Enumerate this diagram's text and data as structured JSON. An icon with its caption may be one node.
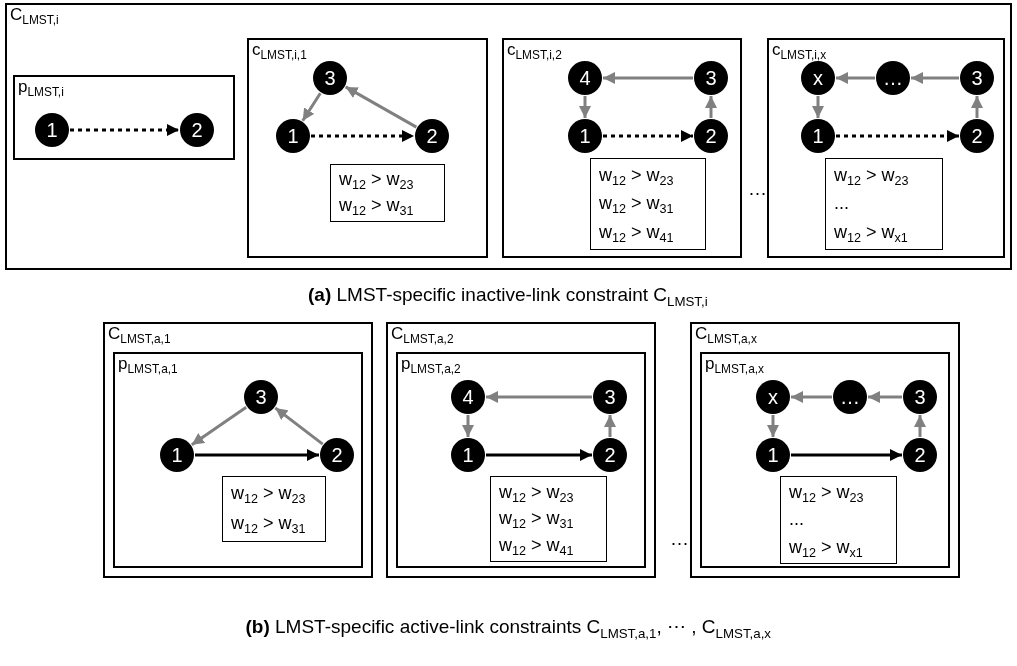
{
  "diagram": {
    "nodes": [
      {
        "text": [
          "C$_{LMST,i}$"
        ]
      },
      {
        "text": [
          "p$_{LMST,i}$"
        ],
        "in": 0
      },
      {
        "text": [
          "1"
        ],
        "in": 1
      },
      {
        "text": [
          "2"
        ],
        "in": 1
      },
      {
        "text": [
          "c$_{LMST,i,1}$"
        ],
        "in": 0
      },
      {
        "text": [
          "3"
        ],
        "in": 4
      },
      {
        "text": [
          "1"
        ],
        "in": 4
      },
      {
        "text": [
          "2"
        ],
        "in": 4
      },
      {
        "text": [
          "w$_{12}$ > w$_{23}$",
          "w$_{12}$ > w$_{31}$"
        ],
        "in": 4
      },
      {
        "text": [
          "c$_{LMST,i,2}$"
        ],
        "in": 0
      },
      {
        "text": [
          "4"
        ],
        "in": 9
      },
      {
        "text": [
          "3"
        ],
        "in": 9
      },
      {
        "text": [
          "1"
        ],
        "in": 9
      },
      {
        "text": [
          "2"
        ],
        "in": 9
      },
      {
        "text": [
          "w$_{12}$ > w$_{23}$",
          "w$_{12}$ > w$_{31}$",
          "w$_{12}$ > w$_{41}$"
        ],
        "in": 9
      },
      {
        "text": [
          "c$_{LMST,i,x}$"
        ],
        "in": 0
      },
      {
        "text": [
          "x"
        ],
        "in": 15
      },
      {
        "text": [
          "…"
        ],
        "in": 15
      },
      {
        "text": [
          "3"
        ],
        "in": 15
      },
      {
        "text": [
          "1"
        ],
        "in": 15
      },
      {
        "text": [
          "2"
        ],
        "in": 15
      },
      {
        "text": [
          "w$_{12}$ > w$_{23}$",
          "...",
          "w$_{12}$ > w$_{x1}$"
        ],
        "in": 15
      },
      {
        "text": [
          "C$_{LMST,a,1}$"
        ]
      },
      {
        "text": [
          "p$_{LMST,a,1}$"
        ],
        "in": 22
      },
      {
        "text": [
          "3"
        ],
        "in": 23
      },
      {
        "text": [
          "1"
        ],
        "in": 23
      },
      {
        "text": [
          "2"
        ],
        "in": 23
      },
      {
        "text": [
          "w$_{12}$ > w$_{23}$",
          "w$_{12}$ > w$_{31}$"
        ],
        "in": 23
      },
      {
        "text": [
          "C$_{LMST,a,2}$"
        ]
      },
      {
        "text": [
          "p$_{LMST,a,2}$"
        ],
        "in": 28
      },
      {
        "text": [
          "4"
        ],
        "in": 29
      },
      {
        "text": [
          "3"
        ],
        "in": 29
      },
      {
        "text": [
          "1"
        ],
        "in": 29
      },
      {
        "text": [
          "2"
        ],
        "in": 29
      },
      {
        "text": [
          "w$_{12}$ > w$_{23}$",
          "w$_{12}$ > w$_{31}$",
          "w$_{12}$ > w$_{41}$"
        ],
        "in": 29
      },
      {
        "text": [
          "C$_{LMST,a,x}$"
        ]
      },
      {
        "text": [
          "p$_{LMST,a,x}$"
        ],
        "in": 35
      },
      {
        "text": [
          "x"
        ],
        "in": 36
      },
      {
        "text": [
          "…"
        ],
        "in": 36
      },
      {
        "text": [
          "3"
        ],
        "in": 36
      },
      {
        "text": [
          "1"
        ],
        "in": 36
      },
      {
        "text": [
          "2"
        ],
        "in": 36
      },
      {
        "text": [
          "w$_{12}$ > w$_{23}$",
          "...",
          "w$_{12}$ > w$_{x1}$"
        ],
        "in": 36
      }
    ],
    "edges": [
      {
        "from": 2,
        "to": 3,
        "arrow": "to",
        "style": "dashed",
        "color": "#000000"
      },
      {
        "from": 7,
        "to": 5,
        "arrow": "to"
      },
      {
        "from": 5,
        "to": 6,
        "arrow": "to"
      },
      {
        "from": 6,
        "to": 7,
        "arrow": "to",
        "style": "dashed",
        "color": "#000000"
      },
      {
        "from": 13,
        "to": 11,
        "arrow": "to"
      },
      {
        "from": 11,
        "to": 10,
        "arrow": "to"
      },
      {
        "from": 10,
        "to": 12,
        "arrow": "to"
      },
      {
        "from": 12,
        "to": 13,
        "arrow": "to",
        "style": "dashed",
        "color": "#000000"
      },
      {
        "from": 20,
        "to": 18,
        "arrow": "to"
      },
      {
        "from": 18,
        "to": 17,
        "arrow": "to"
      },
      {
        "from": 17,
        "to": 16,
        "arrow": "to"
      },
      {
        "from": 16,
        "to": 19,
        "arrow": "to"
      },
      {
        "from": 19,
        "to": 20,
        "arrow": "to",
        "style": "dashed",
        "color": "#000000"
      },
      {
        "from": 26,
        "to": 24,
        "arrow": "to"
      },
      {
        "from": 24,
        "to": 25,
        "arrow": "to"
      },
      {
        "from": 25,
        "to": 26,
        "arrow": "to",
        "color": "#000000"
      },
      {
        "from": 33,
        "to": 31,
        "arrow": "to"
      },
      {
        "from": 31,
        "to": 30,
        "arrow": "to"
      },
      {
        "from": 30,
        "to": 32,
        "arrow": "to"
      },
      {
        "from": 32,
        "to": 33,
        "arrow": "to",
        "color": "#000000"
      },
      {
        "from": 41,
        "to": 39,
        "arrow": "to"
      },
      {
        "from": 39,
        "to": 38,
        "arrow": "to"
      },
      {
        "from": 38,
        "to": 37,
        "arrow": "to"
      },
      {
        "from": 37,
        "to": 40,
        "arrow": "to"
      },
      {
        "from": 40,
        "to": 41,
        "arrow": "to",
        "color": "#000000"
      }
    ],
    "labels": [
      "…",
      "**(a)** LMST-specific inactive-link constraint C$_{LMST,i}$",
      "…",
      "**(b)** LMST-specific active-link constraints C$_{LMST,a,1}$, ⋯ , C$_{LMST,a,x}$"
    ]
  }
}
